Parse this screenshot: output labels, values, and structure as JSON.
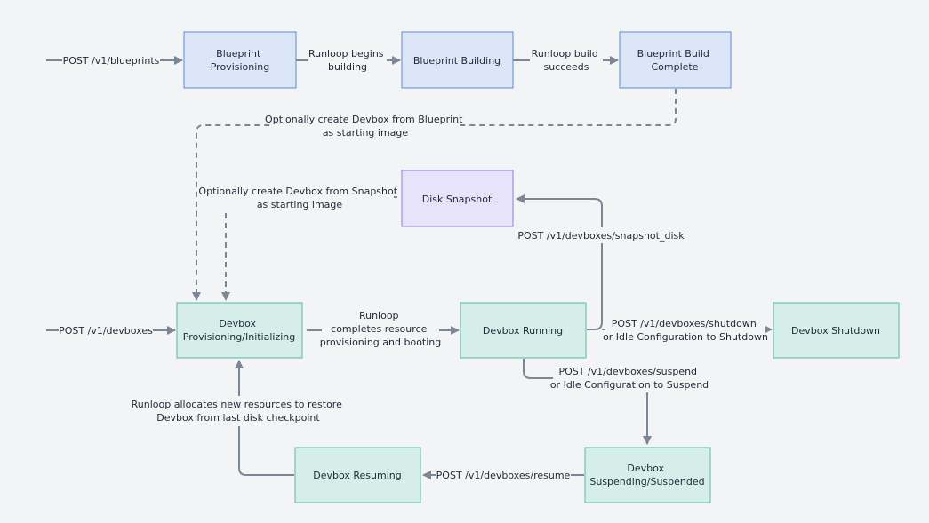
{
  "colors": {
    "background": "#f3f4f6",
    "edge": "#7b8794",
    "blue_fill": "#dbe7f8",
    "blue_stroke": "#5b8bd8",
    "purple_fill": "#e6e3fb",
    "purple_stroke": "#8a7fe3",
    "teal_fill": "#d5eeea",
    "teal_stroke": "#58b8a8"
  },
  "nodes": {
    "blueprint_provisioning": [
      "Blueprint",
      "Provisioning"
    ],
    "blueprint_building": [
      "Blueprint Building"
    ],
    "blueprint_complete": [
      "Blueprint Build",
      "Complete"
    ],
    "disk_snapshot": [
      "Disk Snapshot"
    ],
    "devbox_provisioning": [
      "Devbox",
      "Provisioning/Initializing"
    ],
    "devbox_running": [
      "Devbox Running"
    ],
    "devbox_shutdown": [
      "Devbox Shutdown"
    ],
    "devbox_suspending": [
      "Devbox",
      "Suspending/Suspended"
    ],
    "devbox_resuming": [
      "Devbox Resuming"
    ]
  },
  "edges": {
    "post_blueprints": [
      "POST /v1/blueprints"
    ],
    "runloop_begins": [
      "Runloop begins",
      "building"
    ],
    "runloop_succeeds": [
      "Runloop build",
      "succeeds"
    ],
    "from_blueprint": [
      "Optionally create Devbox from Blueprint",
      "as starting image"
    ],
    "from_snapshot": [
      "Optionally create Devbox from Snapshot",
      "as starting image"
    ],
    "snapshot_disk": [
      "POST /v1/devboxes/snapshot_disk"
    ],
    "post_devboxes": [
      "POST /v1/devboxes"
    ],
    "runloop_completes": [
      "Runloop",
      "completes resource",
      "provisioning and booting"
    ],
    "shutdown": [
      "POST /v1/devboxes/shutdown",
      "or Idle Configuration to Shutdown"
    ],
    "suspend": [
      "POST /v1/devboxes/suspend",
      "or Idle Configuration to Suspend"
    ],
    "resume": [
      "POST /v1/devboxes/resume"
    ],
    "allocates": [
      "Runloop allocates new resources to restore",
      "Devbox from last disk checkpoint"
    ]
  }
}
